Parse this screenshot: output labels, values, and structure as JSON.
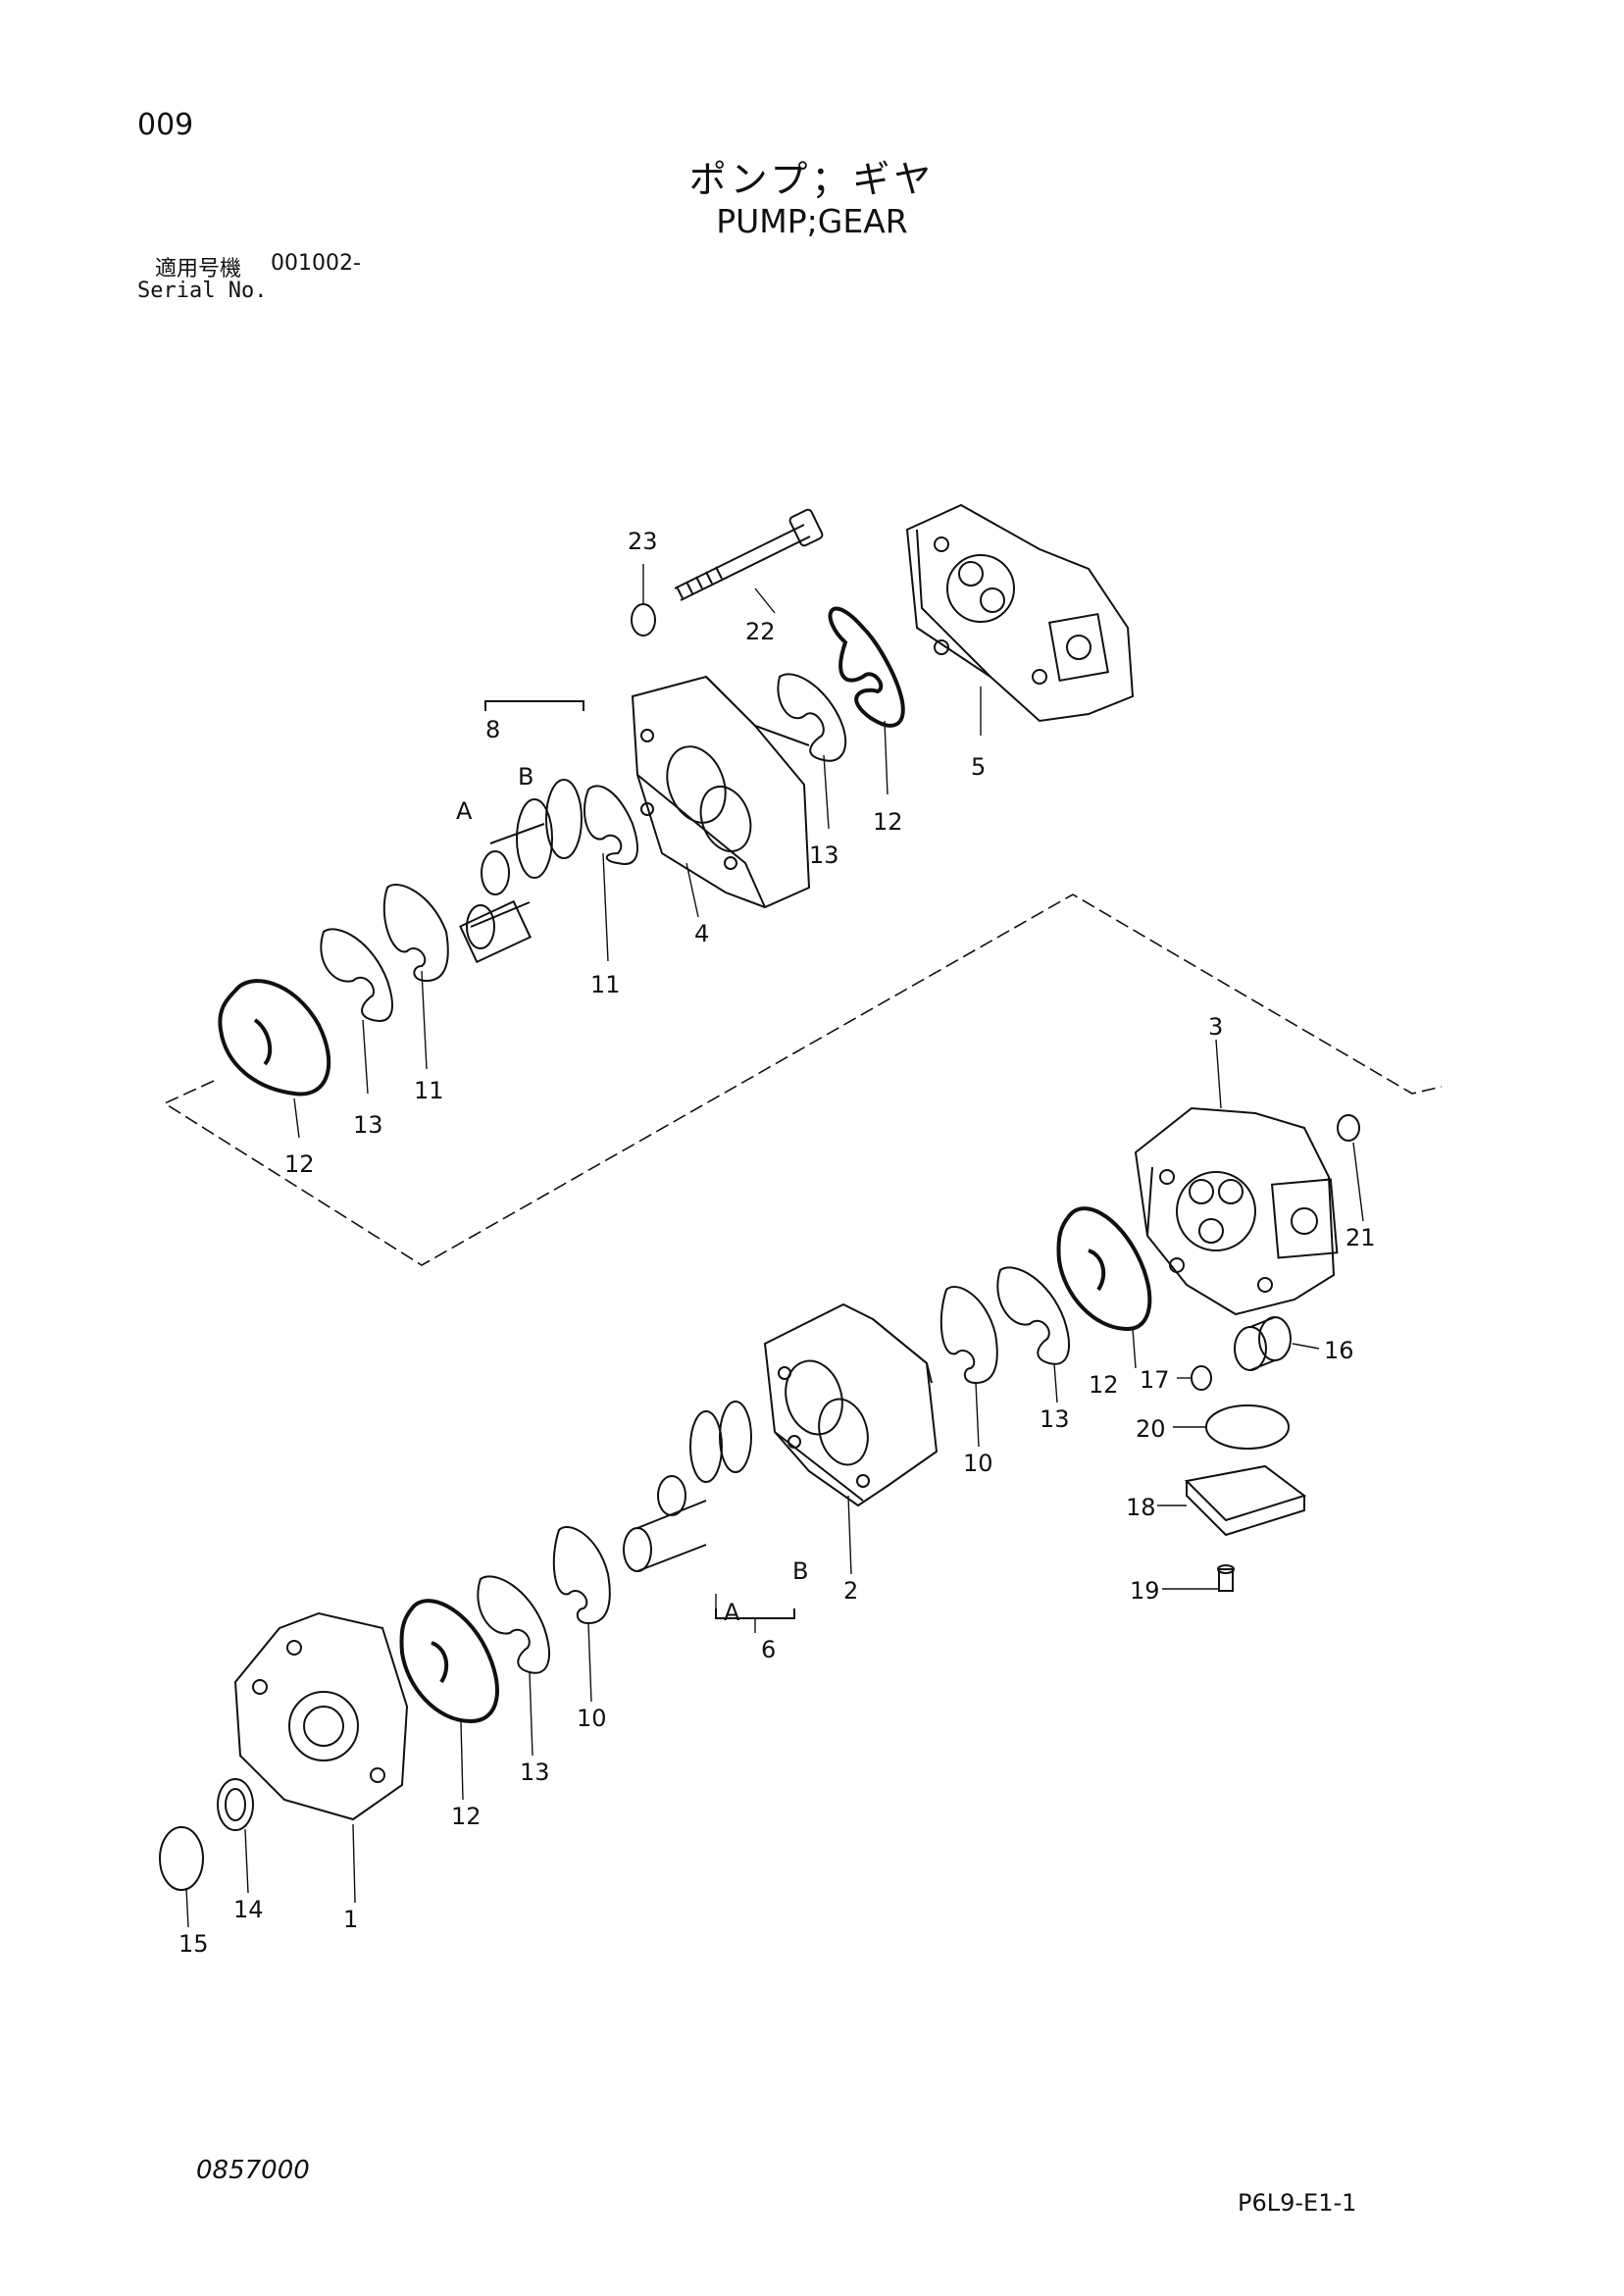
{
  "page": {
    "page_number": "009",
    "title_jp": "ポンプ；ギヤ",
    "title_en": "PUMP;GEAR",
    "serial_label_jp": "適用号機",
    "serial_value": "001002-",
    "serial_label_en": "Serial No.",
    "doc_code": "0857000",
    "ref_code": "P6L9-E1-1"
  },
  "callouts": [
    {
      "id": "c23",
      "label": "23"
    },
    {
      "id": "c22",
      "label": "22"
    },
    {
      "id": "c8",
      "label": "8"
    },
    {
      "id": "cA1",
      "label": "A"
    },
    {
      "id": "cB1",
      "label": "B"
    },
    {
      "id": "c12a",
      "label": "12"
    },
    {
      "id": "c13a",
      "label": "13"
    },
    {
      "id": "c5",
      "label": "5"
    },
    {
      "id": "c4",
      "label": "4"
    },
    {
      "id": "c11a",
      "label": "11"
    },
    {
      "id": "c11b",
      "label": "11"
    },
    {
      "id": "c13b",
      "label": "13"
    },
    {
      "id": "c12b",
      "label": "12"
    },
    {
      "id": "c3",
      "label": "3"
    },
    {
      "id": "c21",
      "label": "21"
    },
    {
      "id": "c16",
      "label": "16"
    },
    {
      "id": "c17",
      "label": "17"
    },
    {
      "id": "c20",
      "label": "20"
    },
    {
      "id": "c12c",
      "label": "12"
    },
    {
      "id": "c13c",
      "label": "13"
    },
    {
      "id": "c10a",
      "label": "10"
    },
    {
      "id": "c18",
      "label": "18"
    },
    {
      "id": "c19",
      "label": "19"
    },
    {
      "id": "c2",
      "label": "2"
    },
    {
      "id": "cB2",
      "label": "B"
    },
    {
      "id": "cA2",
      "label": "A"
    },
    {
      "id": "c6",
      "label": "6"
    },
    {
      "id": "c10b",
      "label": "10"
    },
    {
      "id": "c13d",
      "label": "13"
    },
    {
      "id": "c12d",
      "label": "12"
    },
    {
      "id": "c1",
      "label": "1"
    },
    {
      "id": "c14",
      "label": "14"
    },
    {
      "id": "c15",
      "label": "15"
    }
  ]
}
